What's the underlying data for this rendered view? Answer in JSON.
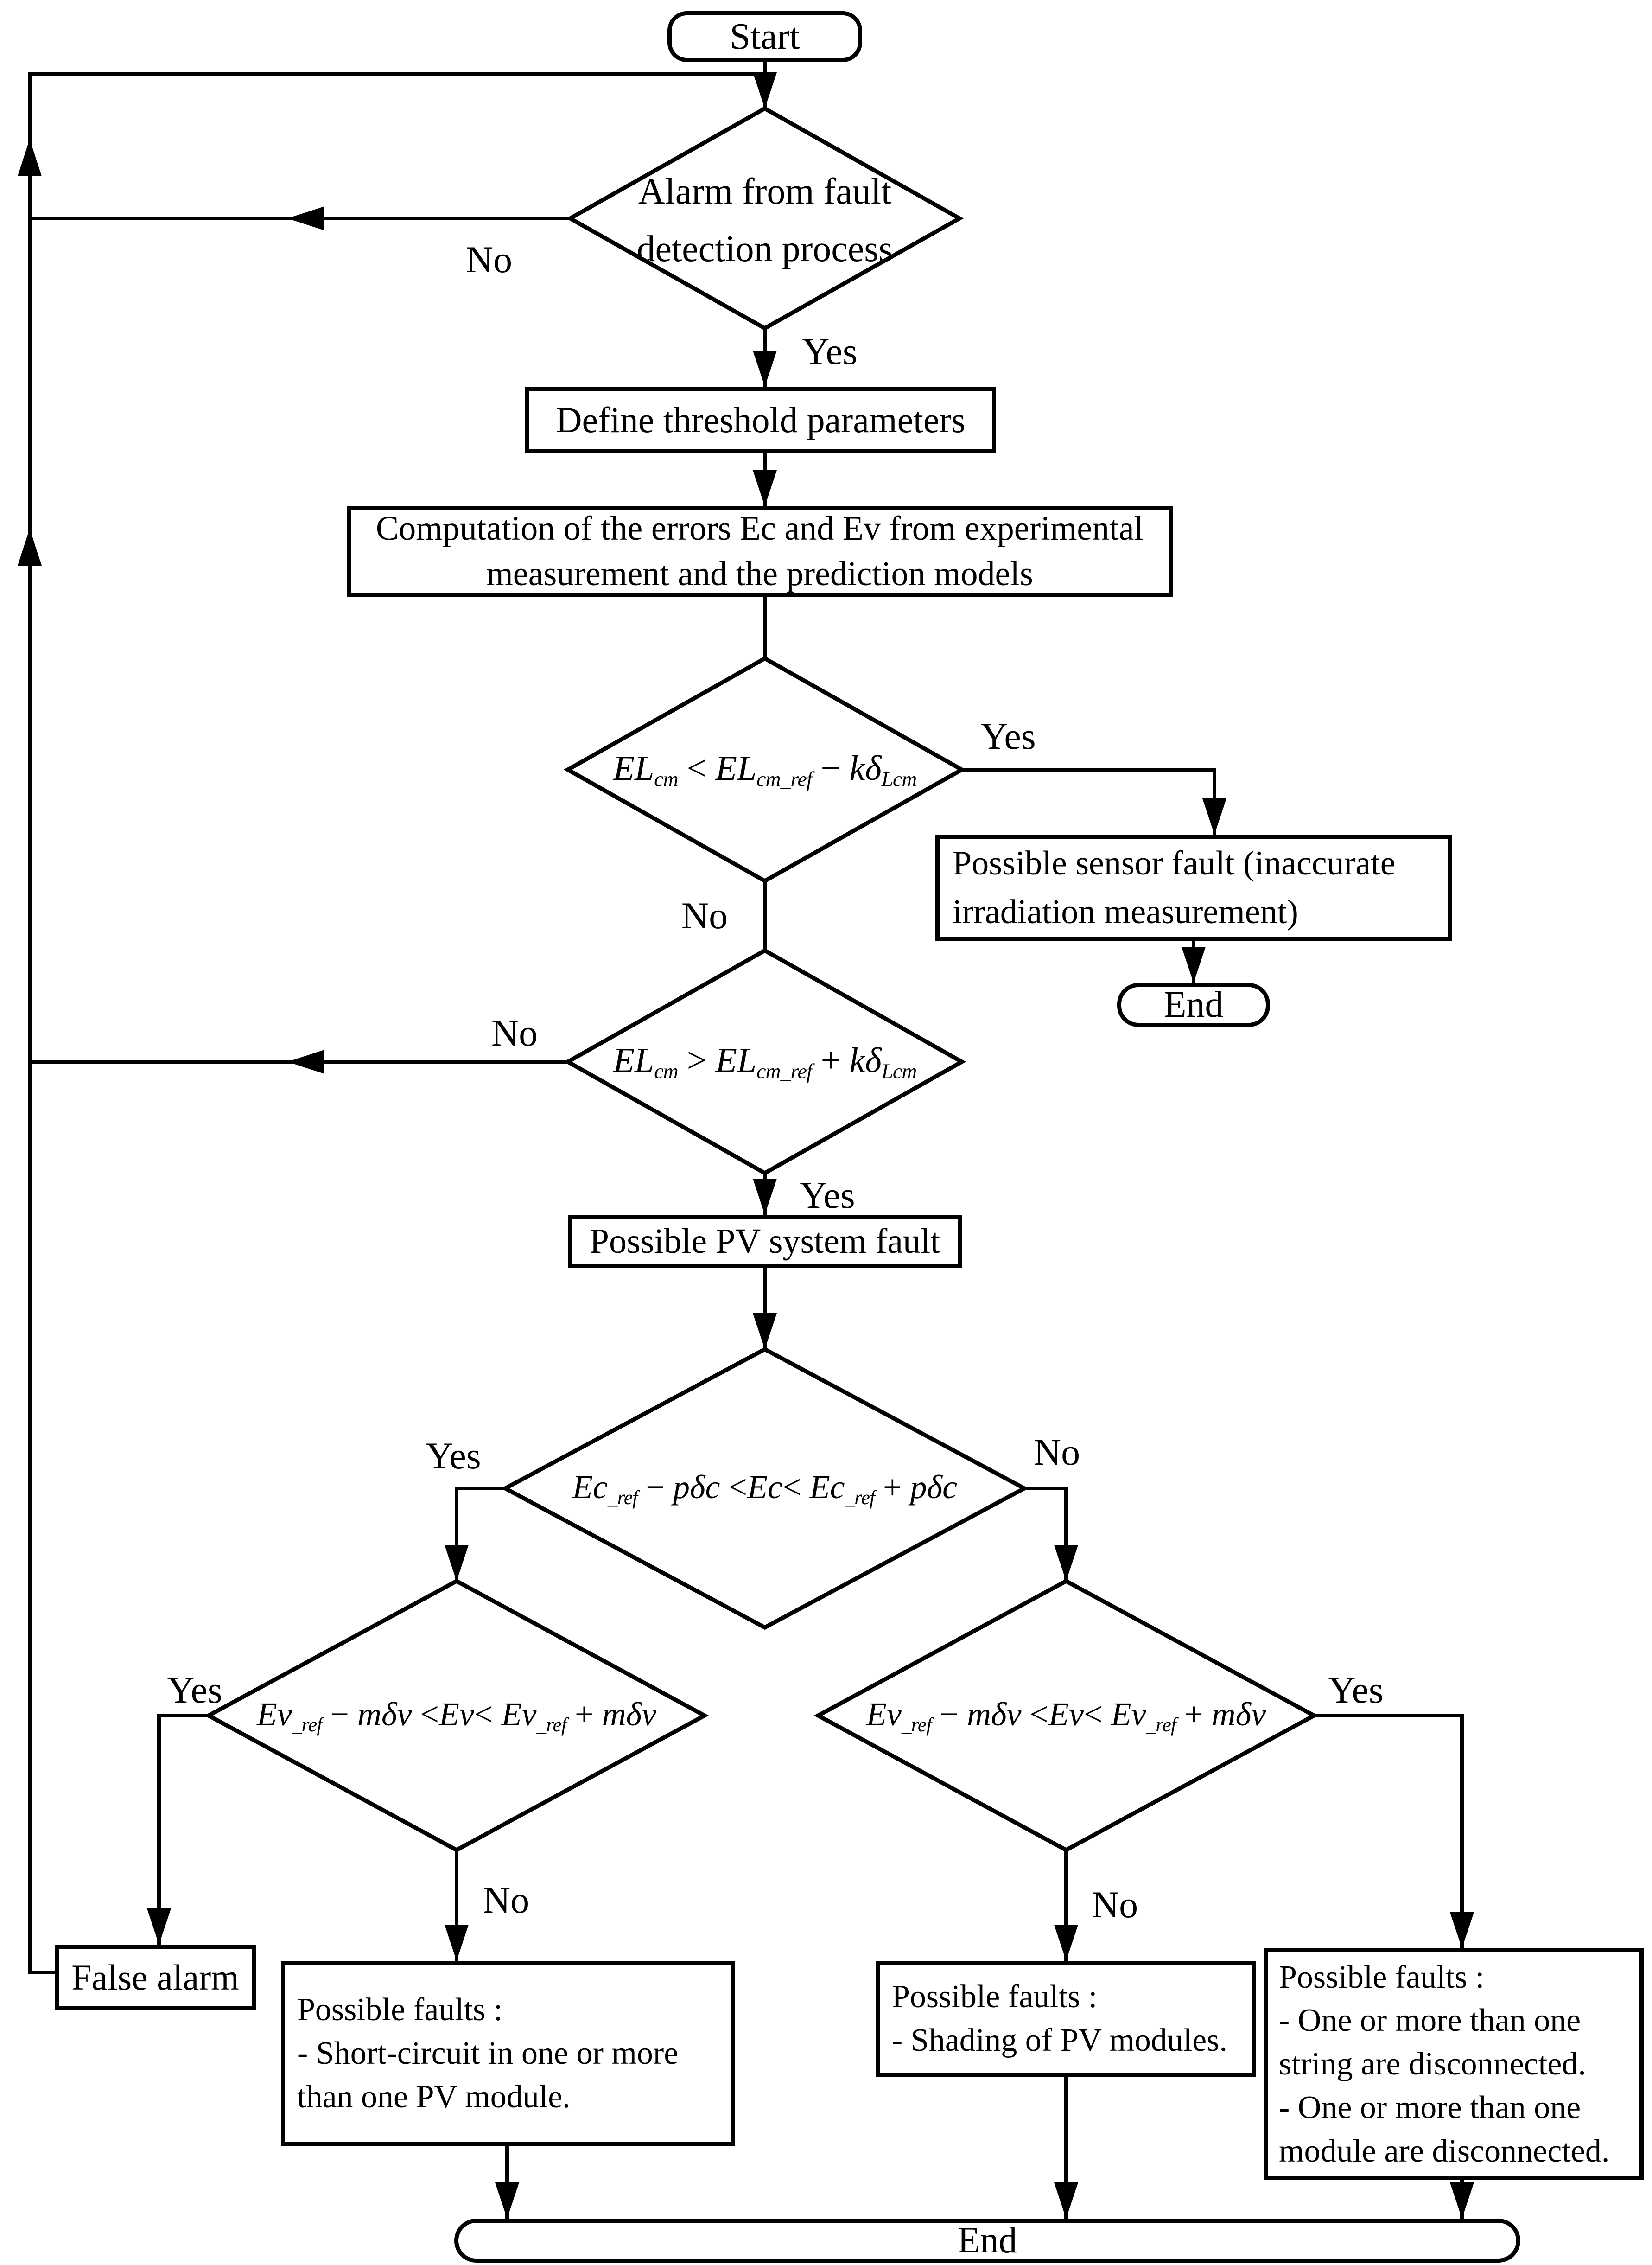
{
  "labels": {
    "yes": "Yes",
    "no": "No"
  },
  "nodes": {
    "start": {
      "label": "Start"
    },
    "alarm_decision": {
      "label": "Alarm from fault detection process"
    },
    "define_box": {
      "label": "Define threshold parameters"
    },
    "computation_box": {
      "label": "Computation of the errors Ec and Ev from experimental measurement and the prediction models"
    },
    "el_low_decision": {
      "formula": [
        [
          "i",
          "EL"
        ],
        [
          "sub",
          "cm"
        ],
        [
          "n",
          " < "
        ],
        [
          "i",
          "EL"
        ],
        [
          "sub",
          "cm_ref"
        ],
        [
          "n",
          " − "
        ],
        [
          "i",
          "k"
        ],
        [
          "i",
          "δ"
        ],
        [
          "sub",
          "Lcm"
        ]
      ]
    },
    "sensor_fault_box": {
      "label": "Possible sensor fault (inaccurate irradiation measurement)"
    },
    "end_sensor": {
      "label": "End"
    },
    "el_high_decision": {
      "formula": [
        [
          "i",
          "EL"
        ],
        [
          "sub",
          "cm"
        ],
        [
          "n",
          " > "
        ],
        [
          "i",
          "EL"
        ],
        [
          "sub",
          "cm_ref"
        ],
        [
          "n",
          " + "
        ],
        [
          "i",
          "k"
        ],
        [
          "i",
          "δ"
        ],
        [
          "sub",
          "Lcm"
        ]
      ]
    },
    "pv_fault_box": {
      "label": "Possible PV system fault"
    },
    "ec_decision": {
      "formula": [
        [
          "i",
          "Ec"
        ],
        [
          "sub",
          "_ref"
        ],
        [
          "n",
          " − "
        ],
        [
          "i",
          "p"
        ],
        [
          "i",
          "δc"
        ],
        [
          "n",
          " <"
        ],
        [
          "i",
          "Ec"
        ],
        [
          "n",
          "< "
        ],
        [
          "i",
          "Ec"
        ],
        [
          "sub",
          "_ref"
        ],
        [
          "n",
          " + "
        ],
        [
          "i",
          "p"
        ],
        [
          "i",
          "δc"
        ]
      ]
    },
    "ev_left_decision": {
      "formula": [
        [
          "i",
          "Ev"
        ],
        [
          "sub",
          "_ref"
        ],
        [
          "n",
          " − "
        ],
        [
          "i",
          "m"
        ],
        [
          "i",
          "δv"
        ],
        [
          "n",
          " <"
        ],
        [
          "i",
          "Ev"
        ],
        [
          "n",
          "< "
        ],
        [
          "i",
          "Ev"
        ],
        [
          "sub",
          "_ref"
        ],
        [
          "n",
          " + "
        ],
        [
          "i",
          "m"
        ],
        [
          "i",
          "δv"
        ]
      ]
    },
    "ev_right_decision": {
      "formula": [
        [
          "i",
          "Ev"
        ],
        [
          "sub",
          "_ref"
        ],
        [
          "n",
          " − "
        ],
        [
          "i",
          "m"
        ],
        [
          "i",
          "δv"
        ],
        [
          "n",
          " <"
        ],
        [
          "i",
          "Ev"
        ],
        [
          "n",
          "< "
        ],
        [
          "i",
          "Ev"
        ],
        [
          "sub",
          "_ref"
        ],
        [
          "n",
          " + "
        ],
        [
          "i",
          "m"
        ],
        [
          "i",
          "δv"
        ]
      ]
    },
    "false_alarm_box": {
      "label": "False alarm"
    },
    "short_circuit_box": {
      "lines": [
        "Possible faults :",
        "- Short-circuit in one or more",
        "than one PV module."
      ]
    },
    "shading_box": {
      "lines": [
        "Possible faults :",
        "- Shading of PV modules."
      ]
    },
    "disconnect_box": {
      "lines": [
        "Possible faults :",
        "- One or more than one",
        "string are disconnected.",
        "- One or more than one",
        "module are disconnected."
      ]
    },
    "end_main": {
      "label": "End"
    }
  }
}
